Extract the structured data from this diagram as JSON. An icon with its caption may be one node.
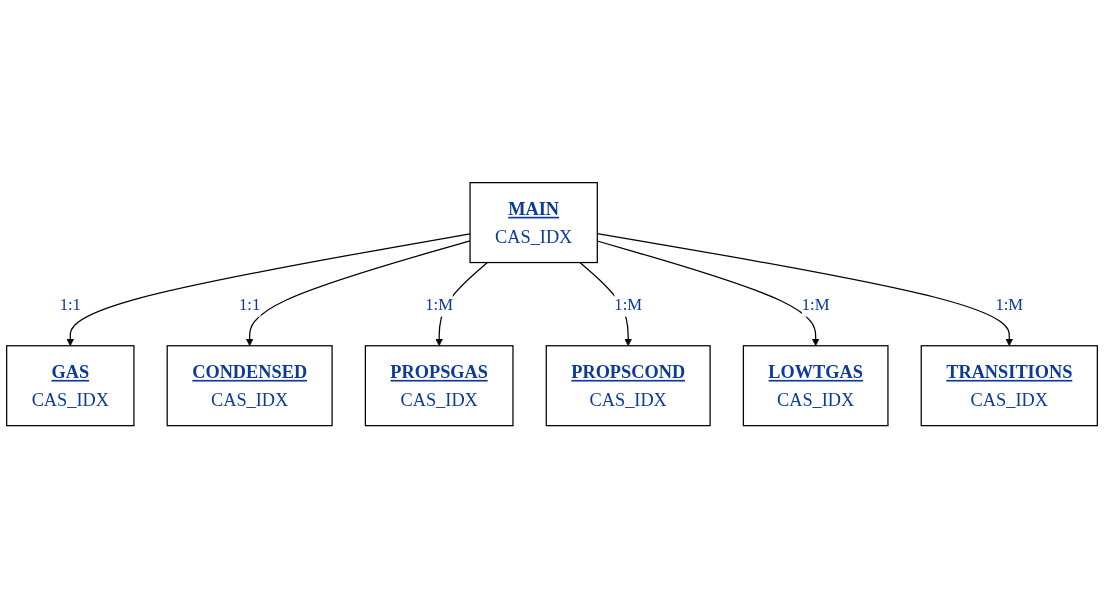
{
  "diagram": {
    "nodes": [
      {
        "text": [
          "GAS",
          "CAS_IDX"
        ]
      },
      {
        "text": [
          "MAIN",
          "CAS_IDX"
        ]
      },
      {
        "text": [
          "CONDENSED",
          "CAS_IDX"
        ]
      },
      {
        "text": [
          "PROPSGAS",
          "CAS_IDX"
        ]
      },
      {
        "text": [
          "PROPSCOND",
          "CAS_IDX"
        ]
      },
      {
        "text": [
          "LOWTGAS",
          "CAS_IDX"
        ]
      },
      {
        "text": [
          "TRANSITIONS",
          "CAS_IDX"
        ]
      }
    ],
    "edges": [
      {
        "from": 1,
        "to": 0,
        "arrow": "to",
        "label": "1:1"
      },
      {
        "from": 1,
        "to": 2,
        "arrow": "to",
        "label": "1:1"
      },
      {
        "from": 1,
        "to": 3,
        "arrow": "to",
        "label": "1:M"
      },
      {
        "from": 1,
        "to": 4,
        "arrow": "to",
        "label": "1:M"
      },
      {
        "from": 1,
        "to": 5,
        "arrow": "to",
        "label": "1:M"
      },
      {
        "from": 1,
        "to": 6,
        "arrow": "to",
        "label": "1:M"
      }
    ]
  }
}
